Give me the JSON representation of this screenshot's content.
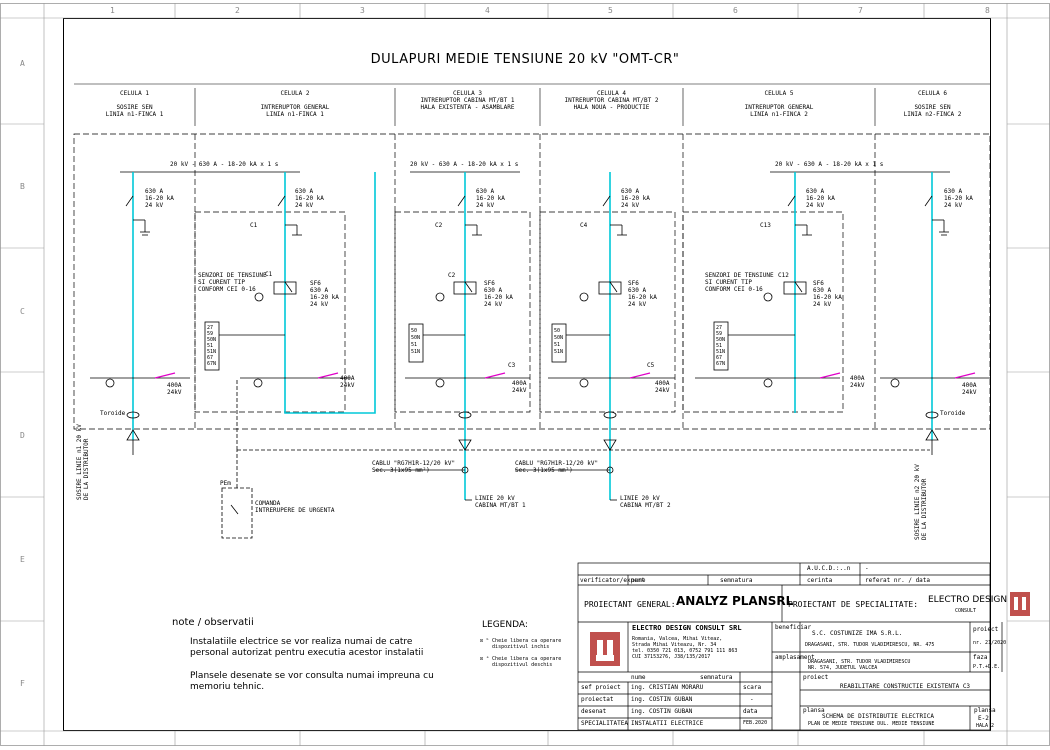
{
  "title": "DULAPURI MEDIE TENSIUNE 20 kV \"OMT-CR\"",
  "grid": {
    "cols": [
      "1",
      "2",
      "3",
      "4",
      "5",
      "6",
      "7",
      "8"
    ],
    "rows": [
      "A",
      "B",
      "C",
      "D",
      "E",
      "F"
    ]
  },
  "cells": [
    {
      "name": "CELULA 1",
      "l1": "SOSIRE SEN",
      "l2": "LINIA n1-FINCA 1"
    },
    {
      "name": "CELULA 2",
      "l1": "INTRERUPTOR GENERAL",
      "l2": "LINIA n1-FINCA 1"
    },
    {
      "name": "CELULA 3",
      "l1": "INTRERUPTOR CABINA MT/BT 1",
      "l2": "HALA EXISTENTA - ASAMBLARE"
    },
    {
      "name": "CELULA 4",
      "l1": "INTRERUPTOR CABINA MT/BT 2",
      "l2": "HALA NOUA - PRODUCTIE"
    },
    {
      "name": "CELULA 5",
      "l1": "INTRERUPTOR GENERAL",
      "l2": "LINIA n1-FINCA 2"
    },
    {
      "name": "CELULA 6",
      "l1": "SOSIRE SEN",
      "l2": "LINIA n2-FINCA 2"
    }
  ],
  "busbar_left": "20 kV - 630 A - 18-20 kA x 1 s",
  "busbar_mid": "20 kV - 630 A - 18-20 kA x 1 s",
  "busbar_right": "20 kV - 630 A - 18-20 kA x 1 s",
  "disc_rating": [
    "630 A",
    "16-20 kA",
    "24 kV"
  ],
  "sf6_rating": [
    "SF6",
    "630 A",
    "16-20 kA",
    "24 kV"
  ],
  "fuse_rating": [
    "400A",
    "24kV"
  ],
  "senzori": [
    "SENZORI DE TENSIUNE",
    "SI CURENT TIP",
    "CONFORM CEI 0-16"
  ],
  "relay_codes": [
    "27",
    "59",
    "50N",
    "51",
    "51N",
    "67",
    "67N"
  ],
  "relay_small": [
    "50",
    "50N",
    "51",
    "51N"
  ],
  "tags": {
    "c1": "C1",
    "c2": "C2",
    "c3": "C3",
    "c4": "C4",
    "c5": "C5",
    "c12": "C12",
    "c13": "C13"
  },
  "toroid": "Toroide",
  "cablu1": [
    "CABLU \"RG7H1R-12/20 kV\"",
    "Sec. 3(1x95 mm²)"
  ],
  "cablu2": [
    "CABLU \"RG7H1R-12/20 kV\"",
    "Sec. 3(1x95 mm²)"
  ],
  "linie1": [
    "LINIE 20 kV",
    "CABINA MT/BT 1"
  ],
  "linie2": [
    "LINIE 20 kV",
    "CABINA MT/BT 2"
  ],
  "sosire1": [
    "SOSIRE LINIE n1 20 kV",
    "DE LA DISTRIBUTOR"
  ],
  "sosire2": [
    "SOSIRE LINIE n2 20 kV",
    "DE LA DISTRIBUTOR"
  ],
  "pbm": "PEm",
  "comanda": [
    "COMANDA",
    "INTRERUPERE DE URGENTA"
  ],
  "note_title": "note / observatii",
  "note1": [
    "Instalatiile electrice se vor realiza numai de catre",
    "personal autorizat pentru executia acestor instalatii"
  ],
  "note2": [
    "Plansele desenate se vor consulta numai impreuna cu",
    "memoriu tehnic."
  ],
  "legend_title": "LEGENDA:",
  "legend": [
    {
      "sym": "⊡ ᵇ",
      "text": [
        "Cheie libera ca operare",
        "dispozitivul inchis"
      ]
    },
    {
      "sym": "⊡ ᵃ",
      "text": [
        "Cheie libera ca operare",
        "dispozitivul deschis"
      ]
    }
  ],
  "tb": {
    "row_top": [
      "A.U.C.D.:..n",
      "-"
    ],
    "h_verif": "verificator/expert",
    "h_nume": "nume",
    "h_semn": "semnatura",
    "h_cerinta": "cerinta",
    "h_referat": "referat nr. / data",
    "proiectant_general_lbl": "PROIECTANT GENERAL:",
    "proiectant_general": "ANALYZ PLANSRL",
    "proiectant_spec_lbl": "PROIECTANT DE SPECIALITATE:",
    "ed_brand": "ELECTRO DESIGN",
    "ed_sub": "CONSULT",
    "company": "ELECTRO DESIGN CONSULT SRL",
    "company_lines": [
      "Romania, Valcea, Mihai Viteaz,",
      "Strada Mihai Viteazu, Nr. 34",
      "tel. 0350 721 013, 0752 791 111 863",
      "CUI 37153276, J38/135/2017"
    ],
    "beneficiar_lbl": "beneficiar",
    "beneficiar": "S.C. COSTUNIZE IMA S.R.L.",
    "beneficiar2": "DRAGASANI, STR. TUDOR VLADIMIRESCU, NR. 475",
    "amplasament_lbl": "amplasament",
    "amplasament": "DRAGASANI, STR. TUDOR VLADIMIRESCU",
    "amplasament2": "NR. 574, JUDETUL VALCEA",
    "proiect_lbl": "proiect",
    "proiect_val": "nr. 21/2020",
    "faza_lbl": "faza",
    "faza_val": "P.T.+D.E.",
    "h_nume2": "nume",
    "h_semn2": "semnatura",
    "roles": [
      {
        "role": "sef proiect",
        "name": "ing. CRISTIAN MORARU"
      },
      {
        "role": "proiectat",
        "name": "ing. COSTIN GUBAN"
      },
      {
        "role": "desenat",
        "name": "ing. COSTIN GUBAN"
      },
      {
        "role": "SPECIALITATEA",
        "name": "INSTALATII ELECTRICE"
      }
    ],
    "scara_lbl": "scara",
    "scara_val": "-",
    "data_lbl": "data",
    "data_val": "FEB.2020",
    "proiect2_lbl": "proiect",
    "proiect2": "REABILITARE CONSTRUCTIE EXISTENTA C3",
    "plansa_lbl": "plansa",
    "plansa1": "SCHEMA DE DISTRIBUTIE ELECTRICA",
    "plansa2": "PLAN DE MEDIE TENSIUNE DUL. MEDIE TENSIUNE",
    "plansa_nr_lbl": "plansa",
    "plansa_nr": "E-2",
    "hala": "HALA 2"
  },
  "colors": {
    "cyan": "#00c8d8",
    "magenta": "#e000c8",
    "line": "#000000"
  }
}
